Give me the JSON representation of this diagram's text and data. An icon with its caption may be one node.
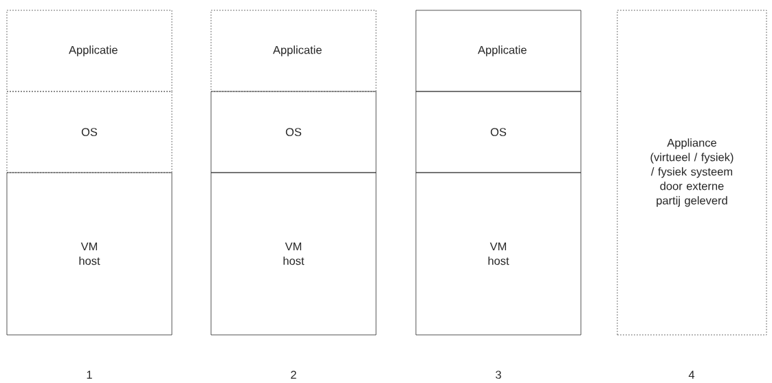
{
  "diagram": {
    "nodes": [
      {
        "text": [
          "Applicatie"
        ]
      },
      {
        "text": [
          "OS"
        ]
      },
      {
        "text": [
          "VM host"
        ]
      },
      {
        "text": [
          "Applicatie"
        ]
      },
      {
        "text": [
          "OS"
        ]
      },
      {
        "text": [
          "VM host"
        ]
      },
      {
        "text": [
          "Applicatie"
        ]
      },
      {
        "text": [
          "OS"
        ]
      },
      {
        "text": [
          "VM host"
        ]
      },
      {
        "text": [
          "Appliance (virtueel / fysiek) / fysiek systeem door externe partij geleverd"
        ]
      }
    ],
    "labels": [
      "1",
      "2",
      "3",
      "4"
    ]
  }
}
